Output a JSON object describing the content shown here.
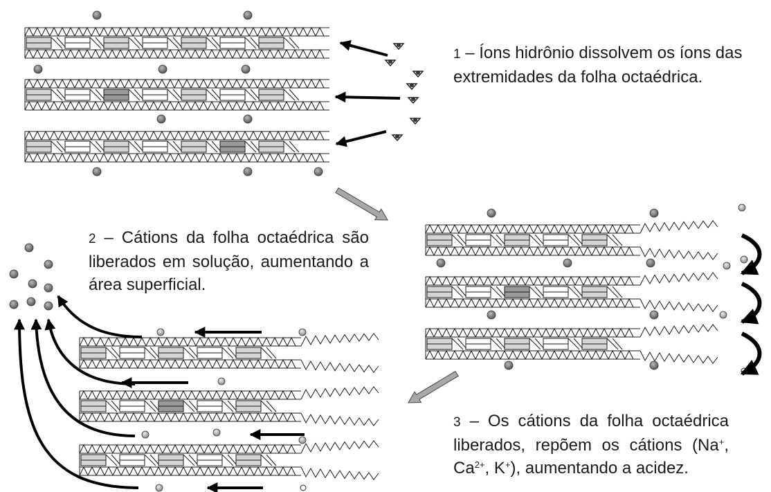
{
  "steps": [
    {
      "number": "1",
      "text": "– Íons hidrônio dissolvem os íons das extremidades da folha octaédrica."
    },
    {
      "number": "2",
      "text": "– Cátions da folha octaédrica são liberados em solução, aumentando a área superficial."
    },
    {
      "number": "3",
      "text_before": "– Os cátions da folha octaédrica liberados, repõem os cátions (",
      "ion1": "Na",
      "ion1_charge": "+",
      "sep1": ", ",
      "ion2": "Ca",
      "ion2_charge": "2+",
      "sep2": ", ",
      "ion3": "K",
      "ion3_charge": "+",
      "text_after": "), aumentando a acidez."
    }
  ],
  "colors": {
    "cation": "#707070",
    "hydronium": "#606060",
    "released_ion": "#b8b8b8",
    "block_dark": "#9a9a9a",
    "block_light": "#d4d4d4",
    "transfer_arrow": "#a8a8a8",
    "arrow": "#000000"
  }
}
